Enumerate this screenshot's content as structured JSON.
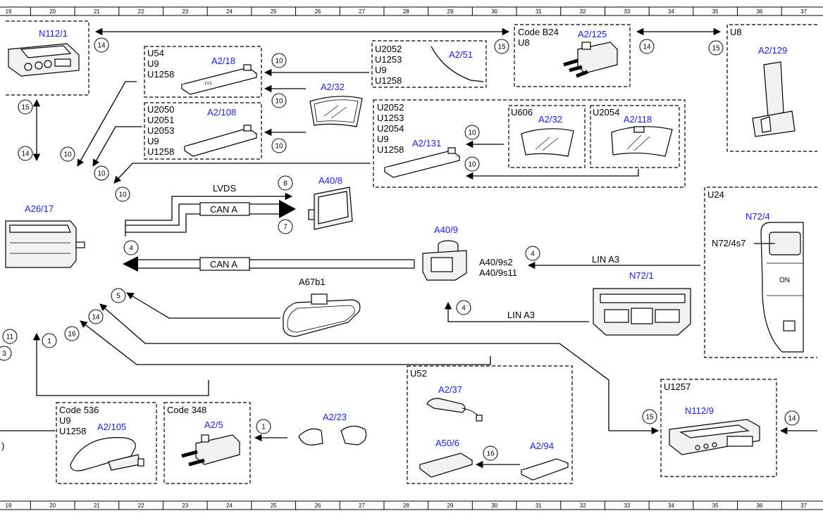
{
  "ruler_numbers": [
    "19",
    "20",
    "21",
    "22",
    "23",
    "24",
    "25",
    "26",
    "27",
    "28",
    "29",
    "30",
    "31",
    "32",
    "33",
    "34",
    "35",
    "36",
    "37"
  ],
  "boxes": {
    "n112_1": {
      "title": "N112/1"
    },
    "u54": {
      "codes": [
        "U54",
        "U9",
        "U1258"
      ],
      "title": "A2/18"
    },
    "u2050": {
      "codes": [
        "U2050",
        "U2051",
        "U2053",
        "U9",
        "U1258"
      ],
      "title": "A2/108"
    },
    "a2_32_free": {
      "title": "A2/32"
    },
    "u2052_a": {
      "codes": [
        "U2052",
        "U1253",
        "U9",
        "U1258"
      ],
      "title": "A2/51"
    },
    "code_b24": {
      "codes": [
        "Code B24",
        "U8"
      ],
      "title": "A2/125"
    },
    "u8": {
      "codes": [
        "U8"
      ],
      "title": "A2/129"
    },
    "u2052_b": {
      "codes": [
        "U2052",
        "U1253",
        "U2054",
        "U9",
        "U1258"
      ],
      "title": "A2/131"
    },
    "u606": {
      "codes": [
        "U606"
      ],
      "title": "A2/32"
    },
    "u2054": {
      "codes": [
        "U2054"
      ],
      "title": "A2/118"
    },
    "u24": {
      "codes": [
        "U24"
      ],
      "title": "N72/4",
      "sublabel": "N72/4s7",
      "button": "ON"
    },
    "a26_17": {
      "title": "A26/17"
    },
    "a40_8": {
      "title": "A40/8"
    },
    "a40_9": {
      "title": "A40/9",
      "sub1": "A40/9s2",
      "sub2": "A40/9s11"
    },
    "n72_1": {
      "title": "N72/1"
    },
    "a67b1": {
      "title": "A67b1"
    },
    "code_536": {
      "codes": [
        "Code 536",
        "U9",
        "U1258"
      ],
      "title": "A2/105"
    },
    "code_348": {
      "codes": [
        "Code 348"
      ],
      "title": "A2/5"
    },
    "a2_23": {
      "title": "A2/23"
    },
    "u52": {
      "codes": [
        "U52"
      ],
      "titles": [
        "A2/37",
        "A50/6",
        "A2/94"
      ]
    },
    "u1257": {
      "codes": [
        "U1257"
      ],
      "title": "N112/9"
    }
  },
  "signals": {
    "lvds": "LVDS",
    "can_a_1": "CAN A",
    "can_a_2": "CAN A",
    "lin_a3_1": "LIN A3",
    "lin_a3_2": "LIN A3"
  },
  "circles": {
    "c1": "14",
    "c2": "15",
    "c3": "14",
    "c4": "15",
    "c5": "15",
    "c6": "14",
    "c7": "10",
    "c8": "10",
    "c9": "10",
    "c10": "10",
    "c11": "10",
    "c12": "10",
    "c13": "10",
    "c14": "10",
    "c15": "8",
    "c16": "7",
    "c17": "4",
    "c18": "4",
    "c19": "4",
    "c20": "5",
    "c21": "14",
    "c22": "16",
    "c23": "1",
    "c24": "1",
    "c25": "16",
    "c26": "15",
    "c27": "14",
    "c28": "11",
    "c29": "3"
  },
  "edge_marks": {
    "left_top": ")",
    "left_bottom": ")"
  }
}
